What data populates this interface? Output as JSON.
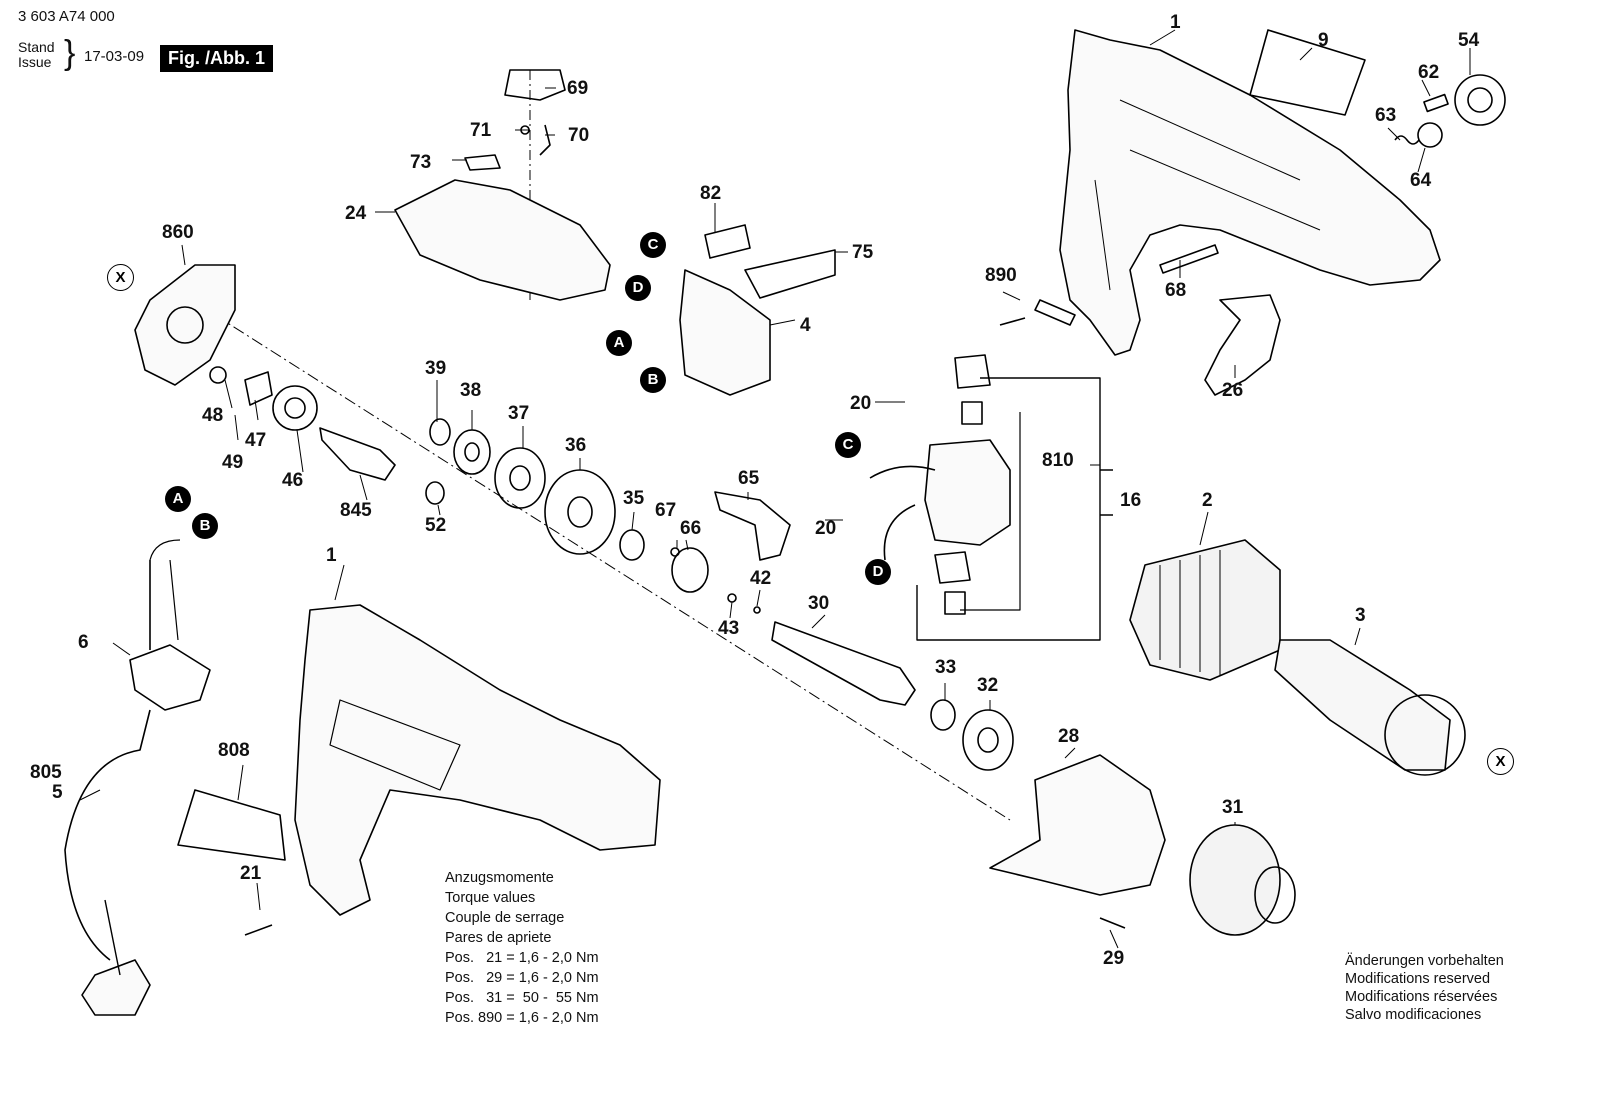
{
  "header": {
    "doc_number": "3 603 A74 000",
    "stand_label": "Stand",
    "issue_label": "Issue",
    "brace": "}",
    "date": "17-03-09",
    "figure_label": "Fig. /Abb. 1"
  },
  "callouts": [
    "1",
    "9",
    "54",
    "62",
    "63",
    "64",
    "69",
    "71",
    "70",
    "73",
    "24",
    "82",
    "75",
    "4",
    "860",
    "890",
    "68",
    "26",
    "39",
    "38",
    "37",
    "36",
    "48",
    "47",
    "49",
    "46",
    "845",
    "52",
    "35",
    "65",
    "67",
    "66",
    "20",
    "810",
    "16",
    "20",
    "2",
    "3",
    "42",
    "43",
    "30",
    "33",
    "32",
    "28",
    "31",
    "29",
    "21",
    "6",
    "805",
    "5",
    "808",
    "1"
  ],
  "markers": {
    "C": "C",
    "D": "D",
    "A": "A",
    "B": "B",
    "X": "X"
  },
  "torque": {
    "title_de": "Anzugsmomente",
    "title_en": "Torque values",
    "title_fr": "Couple de serrage",
    "title_es": "Pares de apriete",
    "rows": [
      "Pos.   21 = 1,6 - 2,0 Nm",
      "Pos.   29 = 1,6 - 2,0 Nm",
      "Pos.   31 =  50 -  55 Nm",
      "Pos. 890 = 1,6 - 2,0 Nm"
    ]
  },
  "modifications": {
    "de": "Änderungen vorbehalten",
    "en": "Modifications reserved",
    "fr": "Modifications réservées",
    "es": "Salvo modificaciones"
  }
}
